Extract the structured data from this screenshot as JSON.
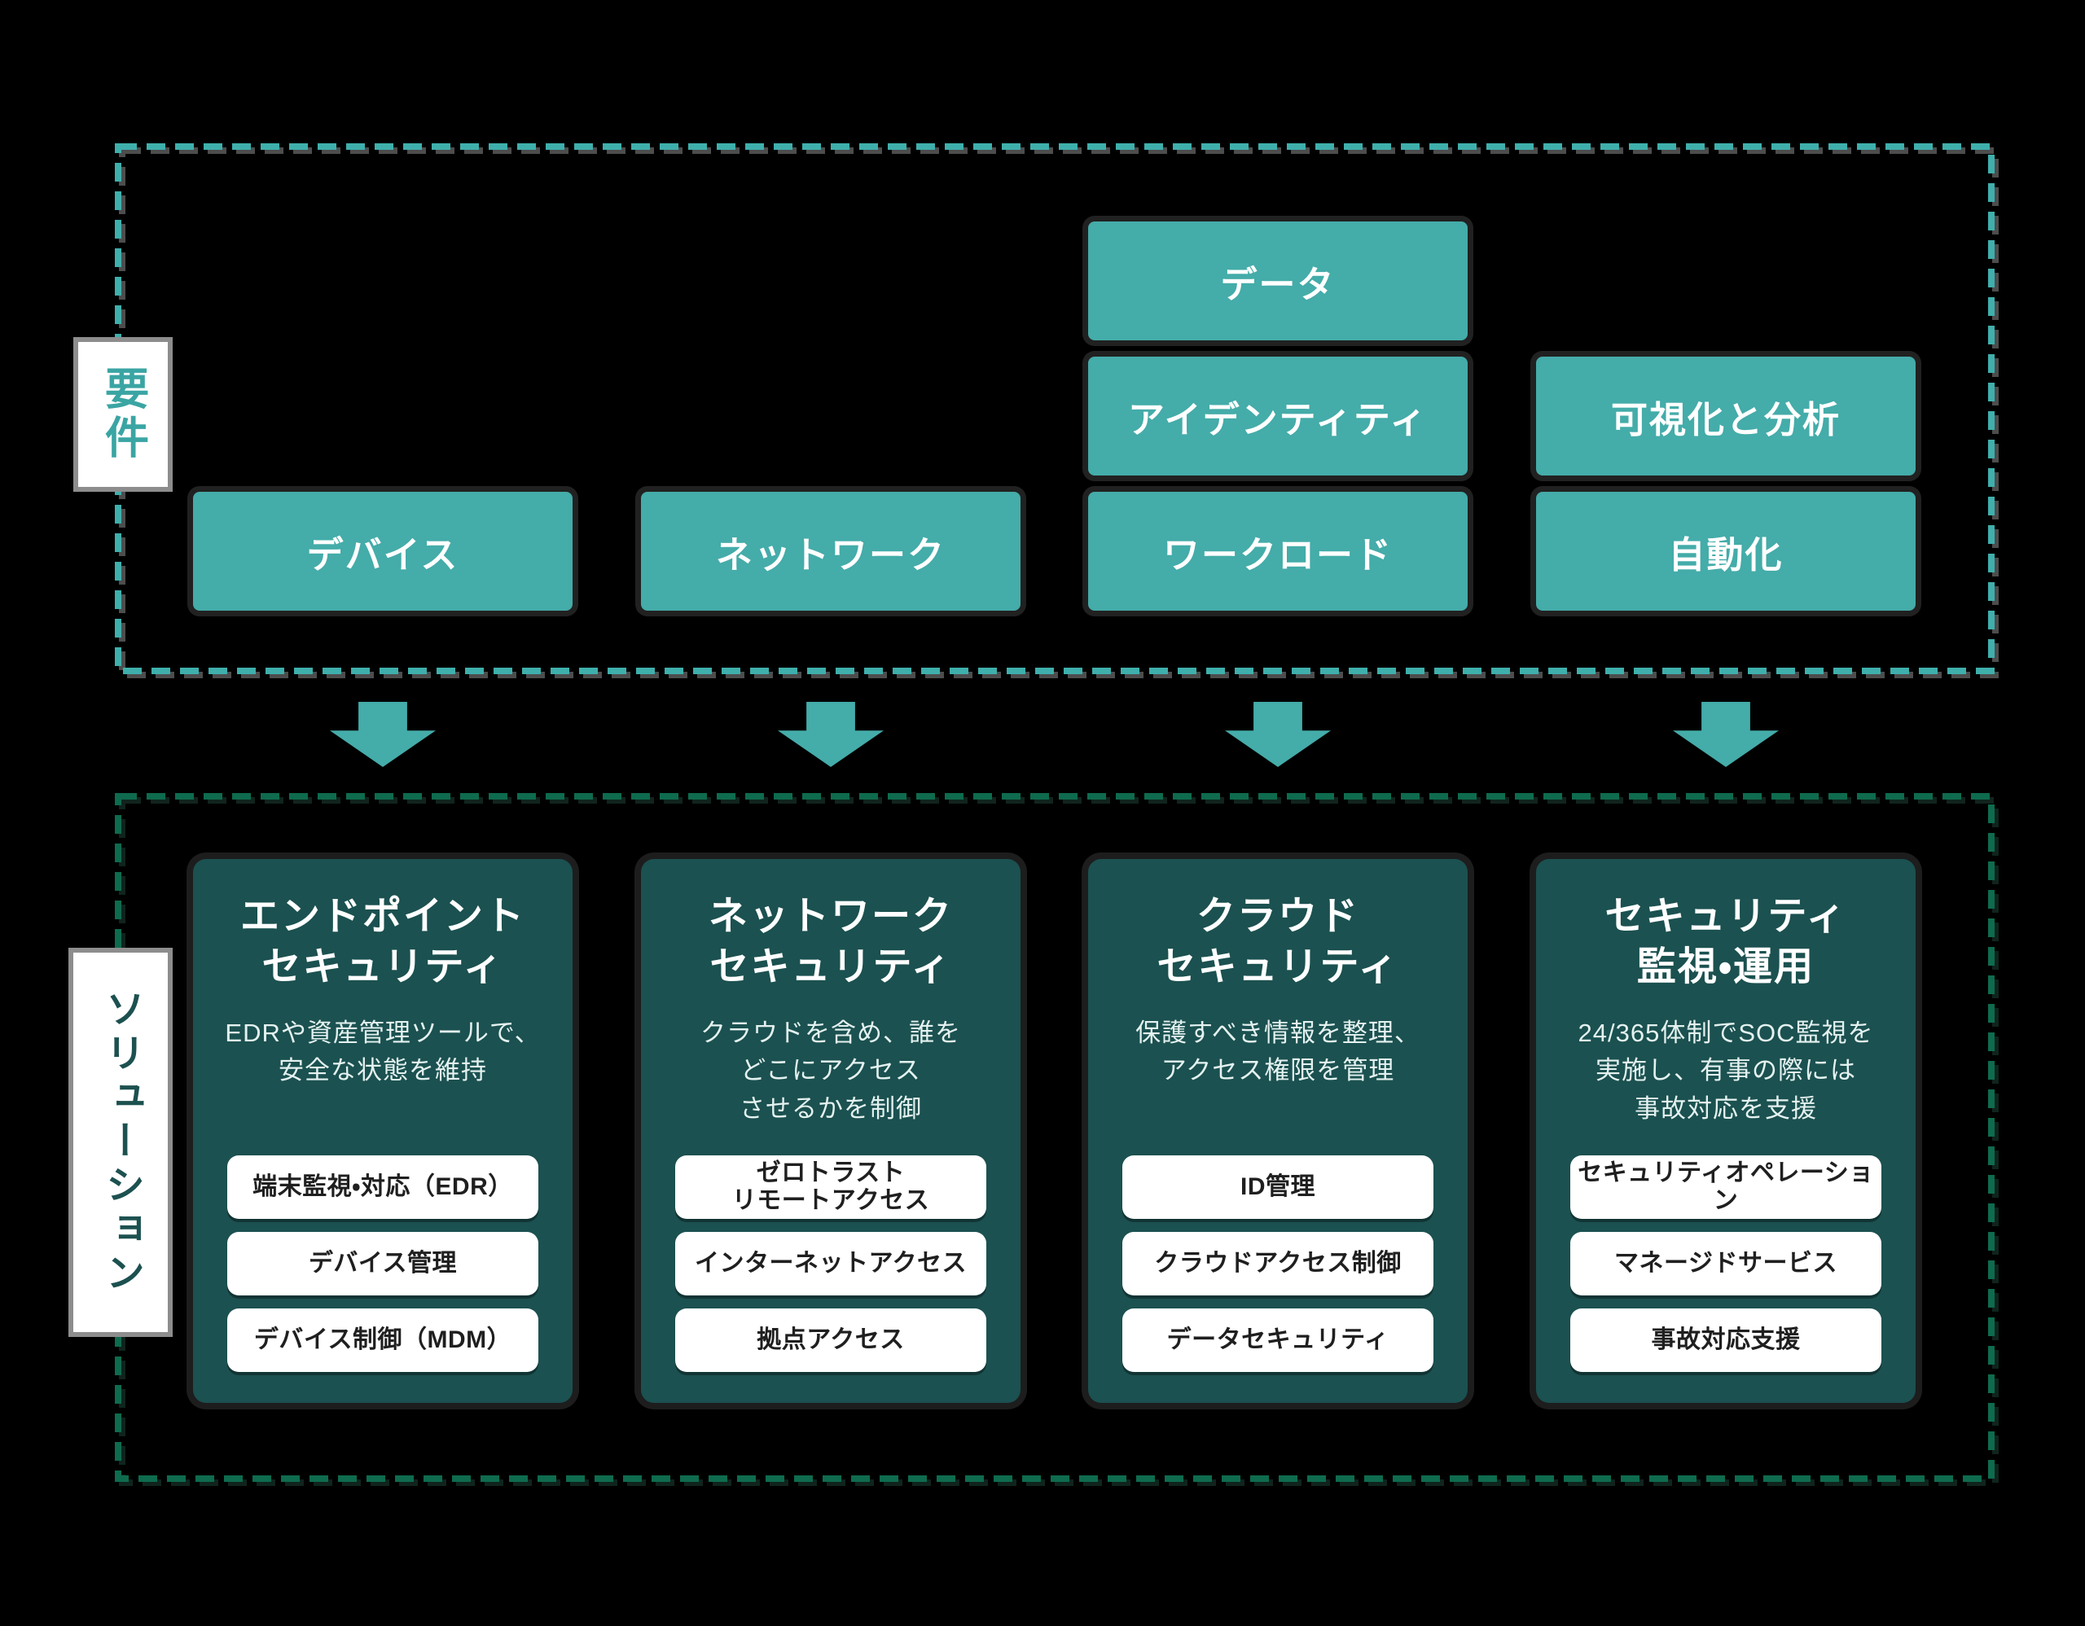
{
  "colors": {
    "background": "#000000",
    "requirement_box": "#44aca9",
    "requirements_dash_border": "#3fafac",
    "solutions_dash_border": "#0e6b4e",
    "solution_card": "#1b5150",
    "requirements_label_text": "#3aa5a3",
    "solutions_label_text": "#1c5150",
    "card_title_text": "#ffffff",
    "card_description_text": "#e4f2f0",
    "item_text": "#1f1f1f",
    "arrow": "#44aca9"
  },
  "requirements": {
    "section_label": "要件",
    "boxes": [
      {
        "key": "data",
        "label": "データ"
      },
      {
        "key": "identity",
        "label": "アイデンティティ"
      },
      {
        "key": "visualization_analytics",
        "label": "可視化と分析"
      },
      {
        "key": "device",
        "label": "デバイス"
      },
      {
        "key": "network",
        "label": "ネットワーク"
      },
      {
        "key": "workload",
        "label": "ワークロード"
      },
      {
        "key": "automation",
        "label": "自動化"
      }
    ]
  },
  "solutions": {
    "section_label": "ソリューション",
    "cards": [
      {
        "key": "endpoint-security",
        "title": "エンドポイント\nセキュリティ",
        "description": "EDRや資産管理ツールで、\n安全な状態を維持",
        "items": [
          "端末監視・対応（EDR）",
          "デバイス管理",
          "デバイス制御（MDM）"
        ]
      },
      {
        "key": "network-security",
        "title": "ネットワーク\nセキュリティ",
        "description": "クラウドを含め、誰を\nどこにアクセス\nさせるかを制御",
        "items": [
          "ゼロトラスト\nリモートアクセス",
          "インターネットアクセス",
          "拠点アクセス"
        ]
      },
      {
        "key": "cloud-security",
        "title": "クラウド\nセキュリティ",
        "description": "保護すべき情報を整理、\nアクセス権限を管理",
        "items": [
          "ID管理",
          "クラウドアクセス制御",
          "データセキュリティ"
        ]
      },
      {
        "key": "security-monitoring-operations",
        "title": "セキュリティ\n監視・運用",
        "description": "24/365体制でSOC監視を\n実施し、有事の際には\n事故対応を支援",
        "items": [
          "セキュリティオペレーション",
          "マネージドサービス",
          "事故対応支援"
        ]
      }
    ]
  }
}
